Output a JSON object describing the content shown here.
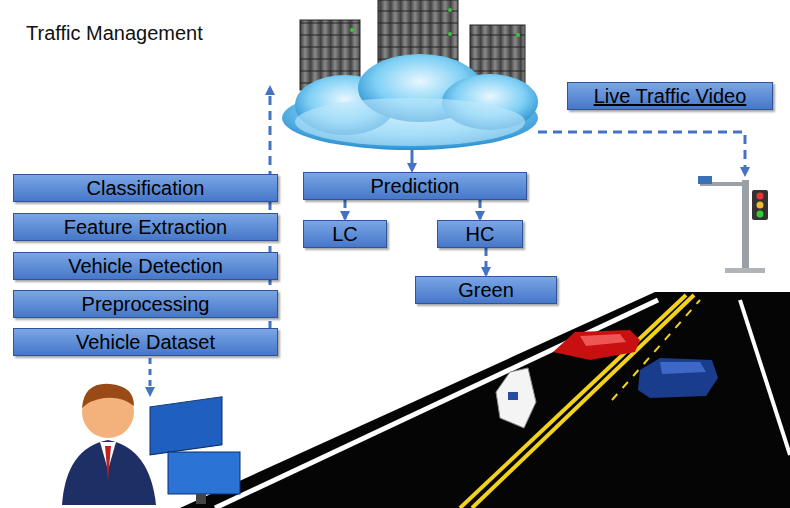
{
  "diagram": {
    "nodes": [
      {
        "text": [
          "Live Traffic Video"
        ]
      },
      {
        "text": [
          "Classification"
        ]
      },
      {
        "text": [
          "Feature Extraction"
        ]
      },
      {
        "text": [
          "Vehicle Detection"
        ]
      },
      {
        "text": [
          "Preprocessing"
        ]
      },
      {
        "text": [
          "Vehicle Dataset"
        ]
      },
      {
        "text": [
          "Prediction"
        ]
      },
      {
        "text": [
          "LC"
        ]
      },
      {
        "text": [
          "HC"
        ]
      },
      {
        "text": [
          "Green"
        ]
      }
    ],
    "edges": [
      {
        "from": 6,
        "to": 7,
        "arrow": "to"
      },
      {
        "from": 6,
        "to": 8,
        "arrow": "to"
      },
      {
        "from": 8,
        "to": 9,
        "arrow": "to"
      }
    ],
    "labels": [
      "Traffic Management"
    ]
  }
}
